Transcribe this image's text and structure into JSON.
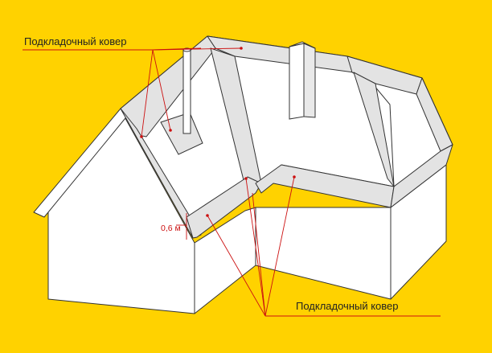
{
  "labels": {
    "underlay_top": "Подкладочный ковер",
    "underlay_bottom": "Подкладочный ковер",
    "dimension": "0,6 м"
  },
  "colors": {
    "background": "#ffd200",
    "roof": "#ffffff",
    "wall": "#ffffff",
    "underlay": "#e3e3e3",
    "outline": "#333333",
    "leader": "#cc1010"
  }
}
